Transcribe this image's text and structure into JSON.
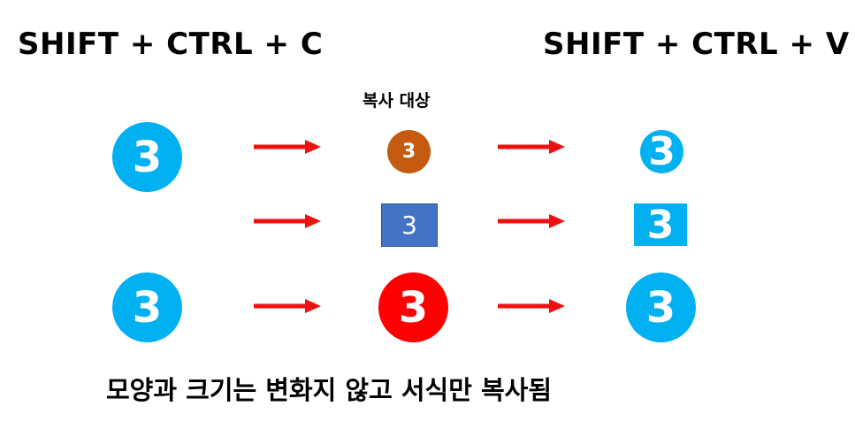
{
  "titles": {
    "copy_shortcut": "SHIFT + CTRL + C",
    "paste_shortcut": "SHIFT + CTRL + V"
  },
  "copy_target_label": "복사 대상",
  "footer_text": "모양과 크기는 변화지 않고 서식만 복사됨",
  "rows": [
    {
      "source": "3",
      "target": "3",
      "result": "3"
    },
    {
      "target": "3",
      "result": "3"
    },
    {
      "source": "3",
      "target": "3",
      "result": "3"
    }
  ],
  "colors": {
    "source_blue": "#00b0f0",
    "target_orange": "#c55a11",
    "target_rect_blue": "#4472c4",
    "target_red": "#ff0000",
    "arrow_red": "#ee1111",
    "text_white": "#ffffff"
  }
}
